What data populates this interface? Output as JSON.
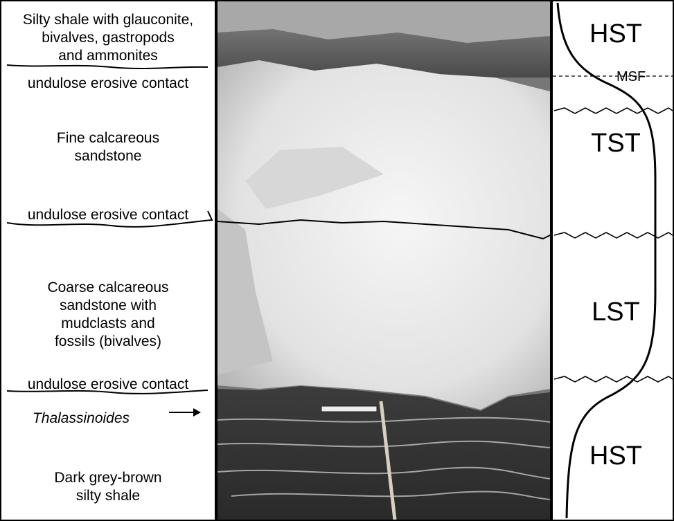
{
  "left_labels": {
    "unit1": [
      "Silty shale with glauconite,",
      "bivalves, gastropods",
      "and ammonites"
    ],
    "contact1": "undulose erosive contact",
    "unit2": [
      "Fine calcareous",
      "sandstone"
    ],
    "contact2": "undulose erosive contact",
    "unit3": [
      "Coarse calcareous",
      "sandstone with",
      "mudclasts and",
      "fossils (bivalves)"
    ],
    "contact3": "undulose erosive contact",
    "trace_fossil": "Thalassinoides",
    "unit4": [
      "Dark grey-brown",
      "silty shale"
    ]
  },
  "right_labels": {
    "hst_top": "HST",
    "msf": "MSF",
    "tst": "TST",
    "lst": "LST",
    "hst_bottom": "HST"
  }
}
